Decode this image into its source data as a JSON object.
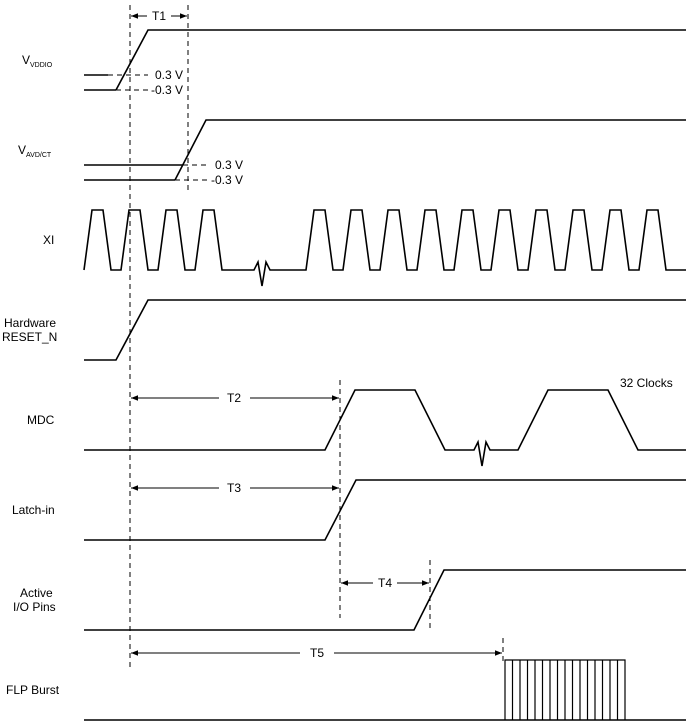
{
  "signals": {
    "vddio": {
      "main": "V",
      "sub": "VDDIO"
    },
    "vavdct": {
      "main": "V",
      "sub": "AVD/CT"
    },
    "xi": "XI",
    "hw_reset_line1": "Hardware",
    "hw_reset_line2": "RESET_N",
    "mdc": "MDC",
    "latch_in": "Latch-in",
    "active_io_line1": "Active",
    "active_io_line2": "I/O Pins",
    "flp_burst": "FLP Burst"
  },
  "thresholds": {
    "plus": "0.3 V",
    "minus": "-0.3 V"
  },
  "intervals": {
    "t1": "T1",
    "t2": "T2",
    "t3": "T3",
    "t4": "T4",
    "t5": "T5"
  },
  "annotations": {
    "clocks": "32 Clocks"
  }
}
